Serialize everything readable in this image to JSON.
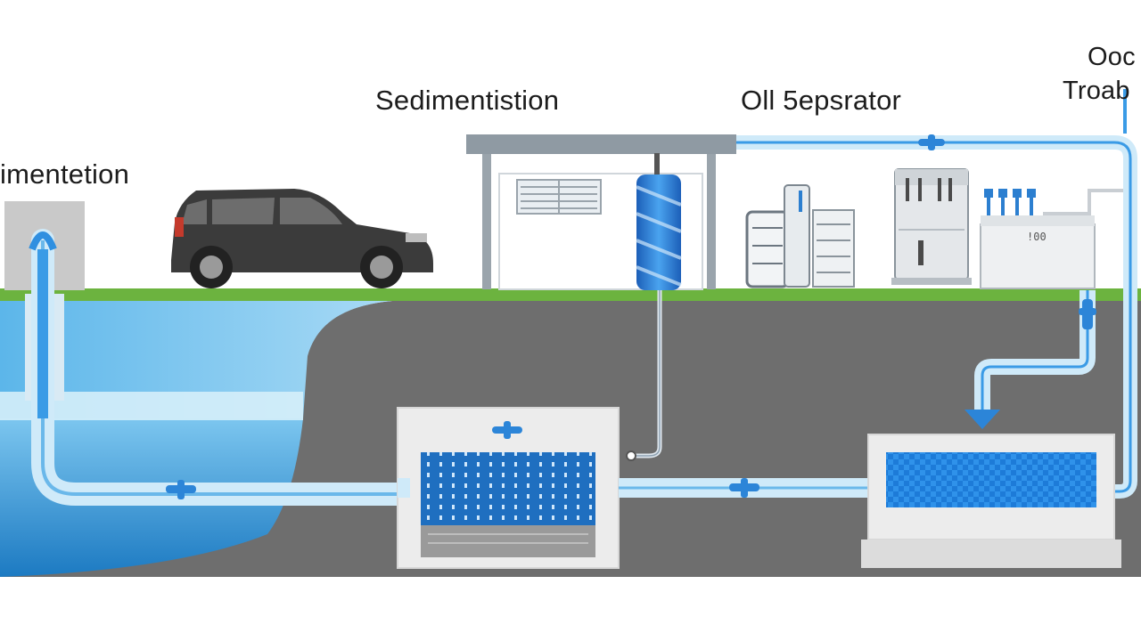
{
  "labels": {
    "sedimentation_left": "imentetion",
    "sedimentation_top": "Sedimentistion",
    "oil_separator": "Oll 5epsrator",
    "odor_line1": "Ooc",
    "odor_line2": "Troab"
  },
  "unit_readout": "!00",
  "flow_direction": "right-to-left",
  "colors": {
    "water_light": "#bfe3f7",
    "water_mid": "#3aa3e0",
    "water_dark": "#1a6fb8",
    "pipe": "#cfeaf9",
    "pipe_stroke": "#5fb4ea",
    "ground": "#6b6b6b",
    "grass": "#6cb33f",
    "tank_body": "#ececec",
    "car": "#3b3b3b"
  }
}
